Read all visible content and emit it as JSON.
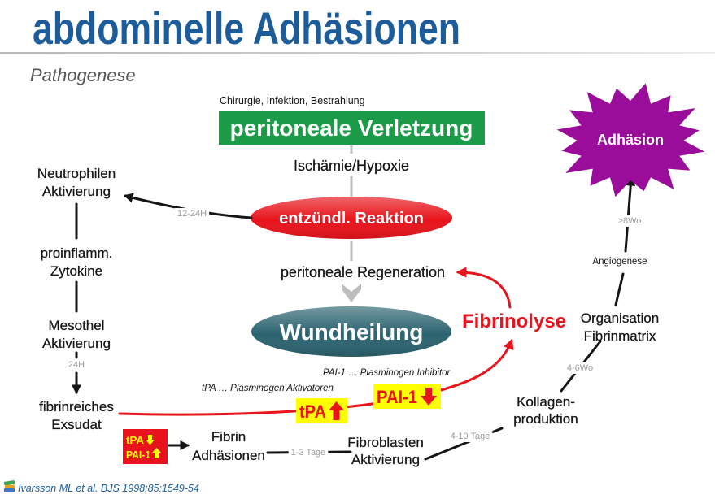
{
  "title": "abdominelle Adhäsionen",
  "subtitle": "Pathogenese",
  "causes": "Chirurgie, Infektion, Bestrahlung",
  "pathway": {
    "injury": "peritoneale Verletzung",
    "ischemia": "Ischämie/Hypoxie",
    "inflammation": "entzündl. Reaktion",
    "regeneration": "peritoneale Regeneration",
    "healing": "Wundheilung"
  },
  "inflammatory_cascade": {
    "onset": "12-24H",
    "steps": [
      [
        "Neutrophilen",
        "Aktivierung"
      ],
      [
        "proinflamm.",
        "Zytokine"
      ],
      [
        "Mesothel",
        "Aktivierung"
      ]
    ],
    "exudate_time": "24H",
    "exudate": [
      "fibrinreiches",
      "Exsudat"
    ]
  },
  "fibrinolysis": {
    "label": "Fibrinolyse",
    "pai_definition": "PAI-1 … Plasminogen Inhibitor",
    "tpa_definition": "tPA … Plasminogen Aktivatoren",
    "normal": {
      "pai": "PAI-1",
      "pai_icon": "arrow-down-icon",
      "tpa": "tPA",
      "tpa_icon": "arrow-up-icon"
    },
    "impaired": {
      "tpa": "tPA",
      "tpa_icon": "arrow-down-icon",
      "pai": "PAI-1",
      "pai_icon": "arrow-up-icon"
    }
  },
  "adhesion_path": {
    "fibrin_adhesions": [
      "Fibrin",
      "Adhäsionen"
    ],
    "t1": "1-3 Tage",
    "fibroblasts": [
      "Fibroblasten",
      "Aktivierung"
    ],
    "t2": "4-10 Tage",
    "collagen": [
      "Kollagen-",
      "produktion"
    ],
    "t3": "4-6Wo",
    "organisation": [
      "Organisation",
      "Fibrinmatrix"
    ],
    "angiogenesis": "Angiogenese",
    "t4": ">8Wo",
    "result": "Adhäsion"
  },
  "citation": "Ivarsson ML et al. BJS 1998;85:1549-54",
  "icons": {
    "citation": "books-icon",
    "result": "starburst-icon"
  },
  "colors": {
    "title": "#1d5c9a",
    "subtitle": "#555555",
    "injury_box": "#1b9b48",
    "inflammation": "#e8131b",
    "healing": "#2c6370",
    "fibrinolysis": "#e8131b",
    "highlight": "#ffff00",
    "adhesion": "#9a0c9a",
    "time_labels": "#9b9b9b",
    "citation": "#1c5ea0"
  }
}
